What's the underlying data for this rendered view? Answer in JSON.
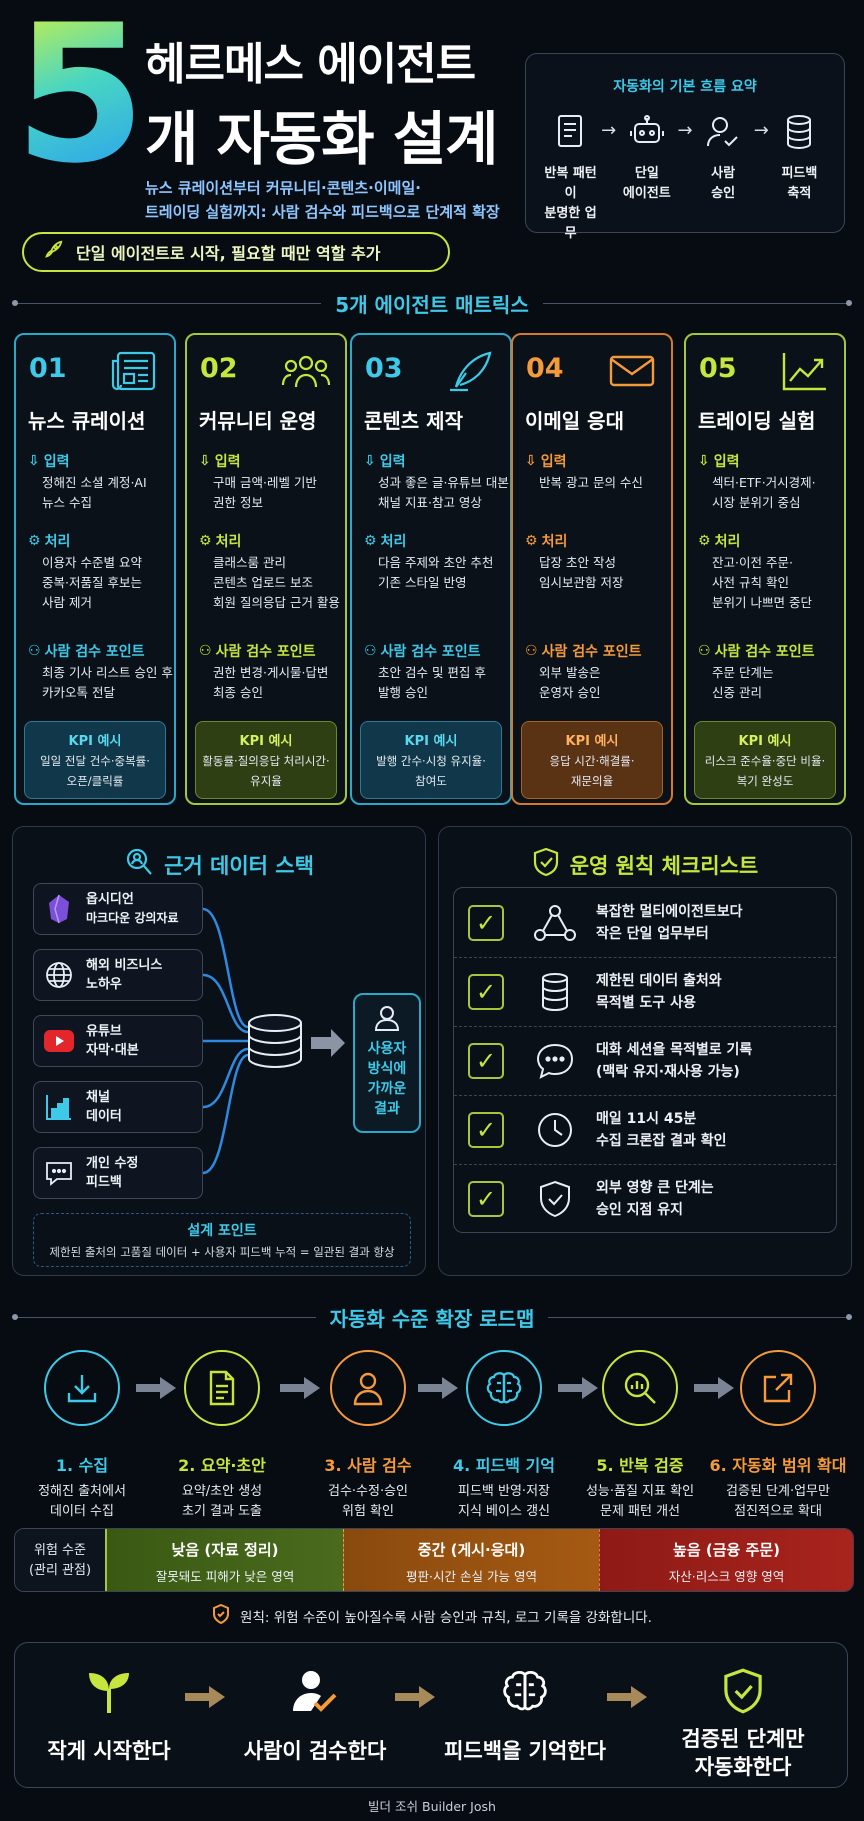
{
  "header": {
    "big_number": "5",
    "title_line1": "헤르메스 에이전트",
    "title_line2": "개 자동화 설계",
    "subtitle_line1": "뉴스 큐레이션부터 커뮤니티·콘텐츠·이메일·",
    "subtitle_line2": "트레이딩 실험까지: 사람 검수와 피드백으로 단계적 확장",
    "pill": "단일 에이전트로 시작, 필요할 때만 역할 추가"
  },
  "flow_summary": {
    "title": "자동화의 기본 흐름 요약",
    "steps": [
      {
        "icon": "document-icon",
        "label1": "반복 패턴이",
        "label2": "분명한 업무"
      },
      {
        "icon": "robot-icon",
        "label1": "단일",
        "label2": "에이전트"
      },
      {
        "icon": "user-check-icon",
        "label1": "사람",
        "label2": "승인"
      },
      {
        "icon": "database-icon",
        "label1": "피드백",
        "label2": "축적"
      }
    ]
  },
  "matrix": {
    "title": "5개 에이전트 매트릭스",
    "input_label": "입력",
    "process_label": "처리",
    "review_label": "사람 검수 포인트",
    "kpi_label": "KPI 예시",
    "cards": [
      {
        "num": "01",
        "title": "뉴스 큐레이션",
        "icon": "newspaper-icon",
        "color": "#3ec9e8",
        "input": [
          "정해진 소셜 계정·AI",
          "뉴스 수집"
        ],
        "process": [
          "이용자 수준별 요약",
          "중복·저품질 후보는",
          "사람 제거"
        ],
        "review": [
          "최종 기사 리스트 승인 후",
          "카카오톡 전달"
        ],
        "kpi": [
          "일일 전달 건수·중복률·",
          "오픈/클릭률"
        ]
      },
      {
        "num": "02",
        "title": "커뮤니티 운영",
        "icon": "group-icon",
        "color": "#c7e63d",
        "input": [
          "구매 금액·레벨 기반",
          "권한 정보"
        ],
        "process": [
          "클래스룸 관리",
          "콘텐츠 업로드 보조",
          "회원 질의응답 근거 활용"
        ],
        "review": [
          "권한 변경·게시물·답변",
          "최종 승인"
        ],
        "kpi": [
          "활동률·질의응답 처리시간·",
          "유지율"
        ]
      },
      {
        "num": "03",
        "title": "콘텐츠 제작",
        "icon": "quill-icon",
        "color": "#3ec9e8",
        "input": [
          "성과 좋은 글·유튜브 대본",
          "채널 지표·참고 영상"
        ],
        "process": [
          "다음 주제와 초안 추천",
          "기존 스타일 반영"
        ],
        "review": [
          "초안 검수 및 편집 후",
          "발행 승인"
        ],
        "kpi": [
          "발행 간수·시청 유지율·",
          "참여도"
        ]
      },
      {
        "num": "04",
        "title": "이메일 응대",
        "icon": "mail-icon",
        "color": "#f59a3a",
        "input": [
          "반복 광고 문의 수신"
        ],
        "process": [
          "답장 초안 작성",
          "임시보관함 저장"
        ],
        "review": [
          "외부 발송은",
          "운영자 승인"
        ],
        "kpi": [
          "응답 시간·해결률·",
          "재문의율"
        ]
      },
      {
        "num": "05",
        "title": "트레이딩 실험",
        "icon": "trend-chart-icon",
        "color": "#c7e63d",
        "input": [
          "섹터·ETF·거시경제·",
          "시장 분위기 중심"
        ],
        "process": [
          "잔고·이전 주문·",
          "사전 규칙 확인",
          "분위기 나쁘면 중단"
        ],
        "review": [
          "주문 단계는",
          "신중 관리"
        ],
        "kpi": [
          "리스크 준수율·중단 비율·",
          "복기 완성도"
        ]
      }
    ]
  },
  "data_stack": {
    "title": "근거 데이터 스택",
    "sources": [
      {
        "icon": "obsidian-icon",
        "label1": "옵시디언",
        "label2": "마크다운 강의자료"
      },
      {
        "icon": "globe-icon",
        "label1": "해외 비즈니스",
        "label2": "노하우"
      },
      {
        "icon": "youtube-icon",
        "label1": "유튜브",
        "label2": "자막·대본"
      },
      {
        "icon": "bar-chart-icon",
        "label1": "채널",
        "label2": "데이터"
      },
      {
        "icon": "chat-icon",
        "label1": "개인 수정",
        "label2": "피드백"
      }
    ],
    "result": [
      "사용자",
      "방식에",
      "가까운",
      "결과"
    ],
    "design_title": "설계 포인트",
    "design_text": "제한된 출처의 고품질 데이터 + 사용자 피드백 누적 = 일관된 결과 향상"
  },
  "checklist": {
    "title": "운영 원칙 체크리스트",
    "items": [
      {
        "icon": "network-icon",
        "line1": "복잡한 멀티에이전트보다",
        "line2": "작은 단일 업무부터"
      },
      {
        "icon": "database-icon",
        "line1": "제한된 데이터 출처와",
        "line2": "목적별 도구 사용"
      },
      {
        "icon": "chat-bubble-icon",
        "line1": "대화 세션을 목적별로 기록",
        "line2": "(맥락 유지·재사용 가능)"
      },
      {
        "icon": "clock-icon",
        "line1": "매일 11시 45분",
        "line2": "수집 크론잡 결과 확인"
      },
      {
        "icon": "shield-check-icon",
        "line1": "외부 영향 큰 단계는",
        "line2": "승인 지점 유지"
      }
    ]
  },
  "roadmap": {
    "title": "자동화 수준 확장 로드맵",
    "steps": [
      {
        "icon": "download-icon",
        "label": "1. 수집",
        "desc1": "정해진 출처에서",
        "desc2": "데이터 수집",
        "color": "#3ec9e8"
      },
      {
        "icon": "document-icon",
        "label": "2. 요약·초안",
        "desc1": "요약/초안 생성",
        "desc2": "초기 결과 도출",
        "color": "#c7e63d"
      },
      {
        "icon": "person-icon",
        "label": "3. 사람 검수",
        "desc1": "검수·수정·승인",
        "desc2": "위험 확인",
        "color": "#f59a3a"
      },
      {
        "icon": "brain-icon",
        "label": "4. 피드백 기억",
        "desc1": "피드백 반영·저장",
        "desc2": "지식 베이스 갱신",
        "color": "#3ec9e8"
      },
      {
        "icon": "magnifier-chart-icon",
        "label": "5. 반복 검증",
        "desc1": "성능·품질 지표 확인",
        "desc2": "문제 패턴 개선",
        "color": "#c7e63d"
      },
      {
        "icon": "external-link-icon",
        "label": "6. 자동화 범위 확대",
        "desc1": "검증된 단계·업무만",
        "desc2": "점진적으로 확대",
        "color": "#f59a3a"
      }
    ]
  },
  "risk": {
    "label1": "위험 수준",
    "label2": "(관리 관점)",
    "levels": [
      {
        "name": "낮음 (자료 정리)",
        "desc": "잘못돼도 피해가 낮은 영역",
        "color": "#3d5a1a"
      },
      {
        "name": "중간 (게시·응대)",
        "desc": "평판·시간 손실 가능 영역",
        "color": "#8a4a10"
      },
      {
        "name": "높음 (금융 주문)",
        "desc": "자산·리스크 영향 영역",
        "color": "#8a1a1a"
      }
    ],
    "principle": "원칙: 위험 수준이 높아질수록 사람 승인과 규칙, 로그 기록을 강화합니다."
  },
  "bottom": {
    "steps": [
      {
        "icon": "sprout-icon",
        "label": "작게 시작한다"
      },
      {
        "icon": "user-check-icon",
        "label": "사람이 검수한다"
      },
      {
        "icon": "brain-icon",
        "label": "피드백을 기억한다"
      },
      {
        "icon": "shield-check-icon",
        "label1": "검증된 단계만",
        "label2": "자동화한다"
      }
    ]
  },
  "credit": "빌더 조쉬 Builder Josh"
}
